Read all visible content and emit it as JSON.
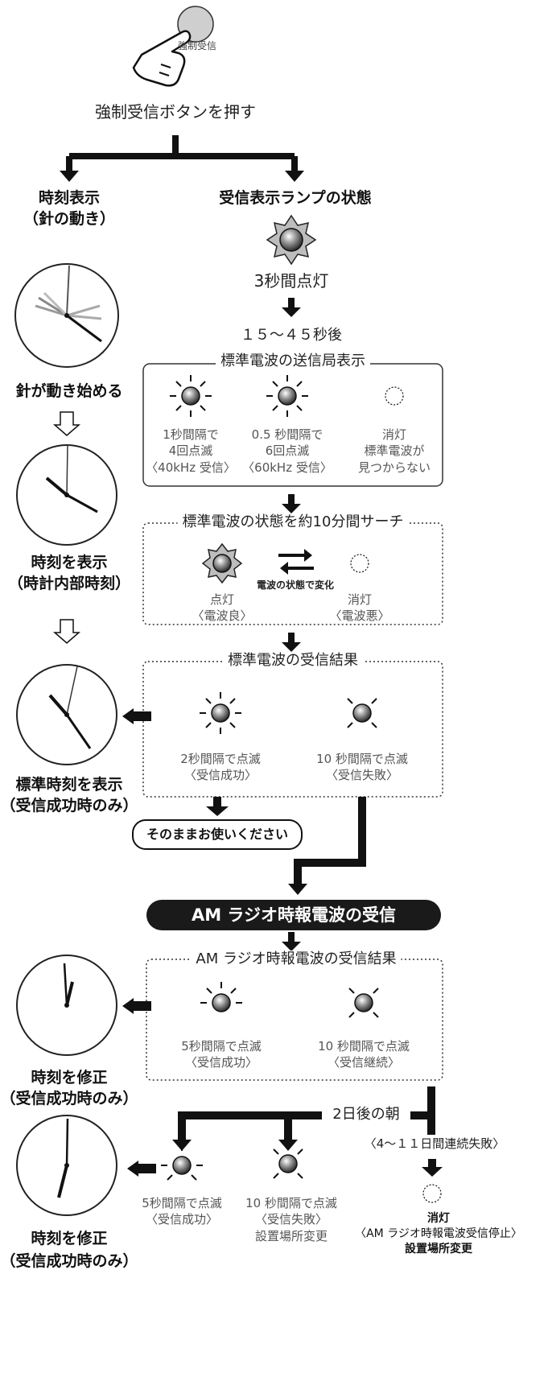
{
  "top": {
    "button_label": "強制受信",
    "instruction": "強制受信ボタンを押す"
  },
  "left": {
    "heading_line1": "時刻表示",
    "heading_line2": "（針の動き）",
    "step1": "針が動き始める",
    "step2_line1": "時刻を表示",
    "step2_line2": "（時計内部時刻）",
    "step3_line1": "標準時刻を表示",
    "step3_line2": "（受信成功時のみ）",
    "step4_line1": "時刻を修正",
    "step4_line2": "（受信成功時のみ）",
    "step5_line1": "時刻を修正",
    "step5_line2": "（受信成功時のみ）"
  },
  "right": {
    "heading": "受信表示ランプの状態",
    "lit_3s": "3秒間点灯",
    "delay": "１５～４５秒後",
    "station_title": "標準電波の送信局表示",
    "station_a_1": "1秒間隔で",
    "station_a_2": "4回点滅",
    "station_a_3": "〈40kHz 受信〉",
    "station_b_1": "0.5 秒間隔で",
    "station_b_2": "6回点滅",
    "station_b_3": "〈60kHz 受信〉",
    "station_c_1": "消灯",
    "station_c_2": "標準電波が",
    "station_c_3": "見つからない",
    "search_title": "標準電波の状態を約10分間サーチ",
    "search_change": "電波の状態で変化",
    "search_good_1": "点灯",
    "search_good_2": "〈電波良〉",
    "search_bad_1": "消灯",
    "search_bad_2": "〈電波悪〉",
    "result_title": "標準電波の受信結果",
    "result_ok_1": "2秒間隔で点滅",
    "result_ok_2": "〈受信成功〉",
    "result_ng_1": "10 秒間隔で点滅",
    "result_ng_2": "〈受信失敗〉",
    "use_as_is": "そのままお使いください",
    "am_banner": "AM ラジオ時報電波の受信",
    "am_title": "AM ラジオ時報電波の受信結果",
    "am_ok_1": "5秒間隔で点滅",
    "am_ok_2": "〈受信成功〉",
    "am_cont_1": "10 秒間隔で点滅",
    "am_cont_2": "〈受信継続〉",
    "next_morning": "2日後の朝",
    "fail_run": "〈4～１１日間連続失敗〉",
    "final_ok_1": "5秒間隔で点滅",
    "final_ok_2": "〈受信成功〉",
    "final_ng_1": "10 秒間隔で点滅",
    "final_ng_2": "〈受信失敗〉",
    "final_ng_3": "設置場所変更",
    "final_off_1": "消灯",
    "final_off_2": "〈AM ラジオ時報電波受信停止〉",
    "final_off_3": "設置場所変更"
  }
}
